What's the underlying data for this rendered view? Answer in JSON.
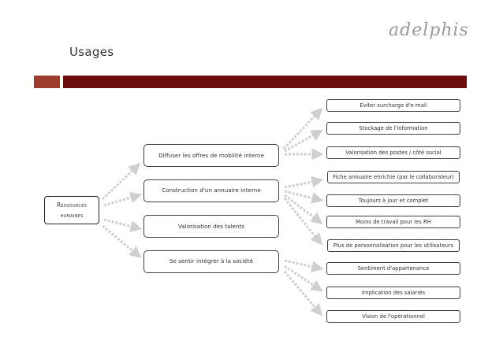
{
  "brand": "adelphis",
  "page_title": "Usages",
  "colors": {
    "accent_light": "#9d3b2d",
    "accent_dark": "#6b0d0d",
    "arrow": "#cfcfcf"
  },
  "root": {
    "line1": "Ressources",
    "line2": "humaines"
  },
  "categories": [
    "Diffuser les offres de mobilité interne",
    "Construction d'un annuaire interne",
    "Valorisation des talents",
    "Se sentir intégrer à la société"
  ],
  "outcomes": [
    "Eviter surcharge d'e-mail",
    "Stockage de l'information",
    "Valorisation des postes / côté social",
    "Fiche annuaire enrichie (par le collaborateur)",
    "Toujours à jour et complet",
    "Moins de travail pour les RH",
    "Plus de personnalisation pour les utilisateurs",
    "Sentiment d'appartenance",
    "Implication des salariés",
    "Vision de l'opérationnel"
  ]
}
